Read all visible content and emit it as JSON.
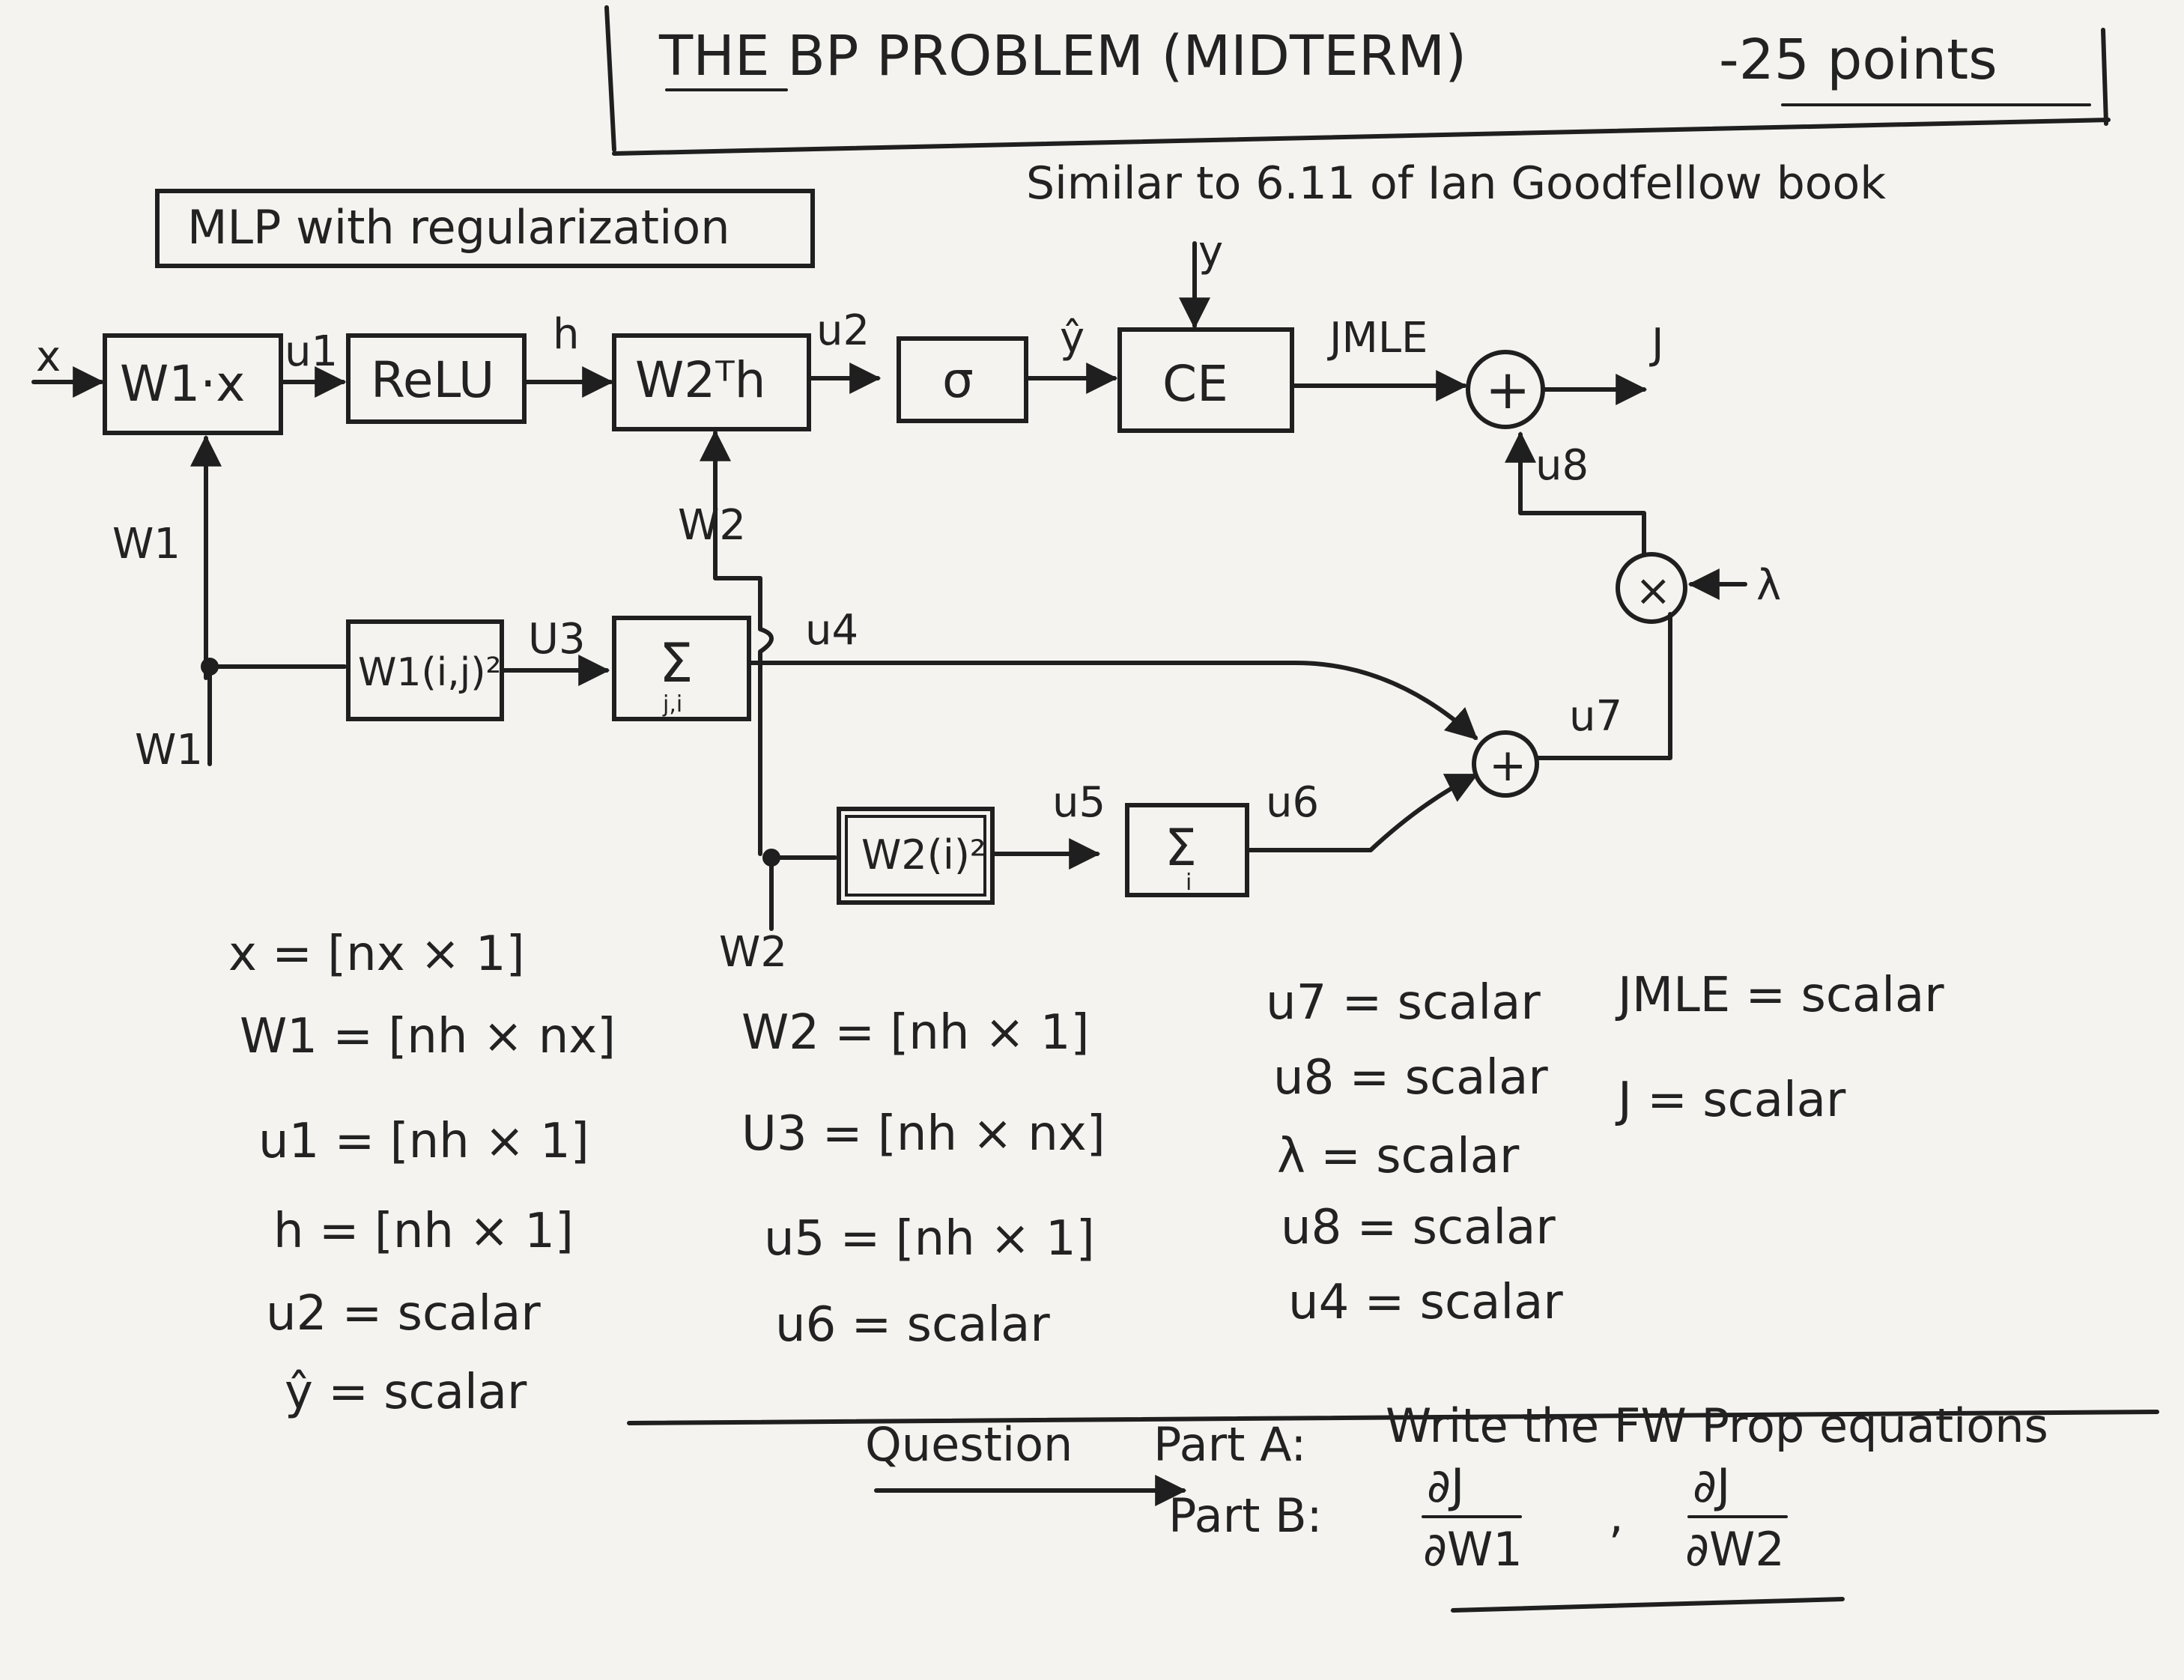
{
  "header": {
    "title": "THE BP PROBLEM (MIDTERM)",
    "points": "-25 points",
    "reference": "Similar to 6.11 of Ian Goodfellow book"
  },
  "tag": "MLP with regularization",
  "blocks": {
    "w1x": "W1·x",
    "relu": "ReLU",
    "w2th": "W2ᵀh",
    "sigma": "σ",
    "ce": "CE",
    "sq1": "W1(i,j)²",
    "sum1": "Σ",
    "sum1_sub": "j,i",
    "sq2": "W2(i)²",
    "sum2": "Σ",
    "sum2_sub": "i",
    "plus_top": "+",
    "times": "×",
    "plus_low": "+"
  },
  "wires": {
    "x": "x",
    "u1": "u1",
    "h": "h",
    "u2": "u2",
    "yhat": "ŷ",
    "y": "y",
    "jmle": "JMLE",
    "j": "J",
    "u8": "u8",
    "lambda": "λ",
    "w1_top": "W1",
    "w1_bottom": "W1",
    "w2_top": "W2",
    "w2_bottom": "W2",
    "u3": "U3",
    "u4": "u4",
    "u5": "u5",
    "u6": "u6",
    "u7": "u7"
  },
  "dimensions": {
    "col1": [
      "x = [nx × 1]",
      "W1 = [nh × nx]",
      "u1 = [nh × 1]",
      "h = [nh × 1]",
      "u2 = scalar",
      "ŷ = scalar"
    ],
    "col2": [
      "W2 = [nh × 1]",
      "U3 = [nh × nx]",
      "u5 = [nh × 1]",
      "u6 = scalar"
    ],
    "col3": [
      "u7 = scalar",
      "u8 = scalar",
      "λ = scalar",
      "u8 = scalar",
      "u4 = scalar"
    ],
    "col4": [
      "JMLE = scalar",
      "J = scalar"
    ]
  },
  "question": {
    "label": "Question",
    "part_a_label": "Part A:",
    "part_a_text": "Write the FW Prop equations",
    "part_b_label": "Part B:",
    "deriv_num": "∂J",
    "deriv1_den": "∂W1",
    "separator": ",",
    "deriv2_den": "∂W2"
  }
}
